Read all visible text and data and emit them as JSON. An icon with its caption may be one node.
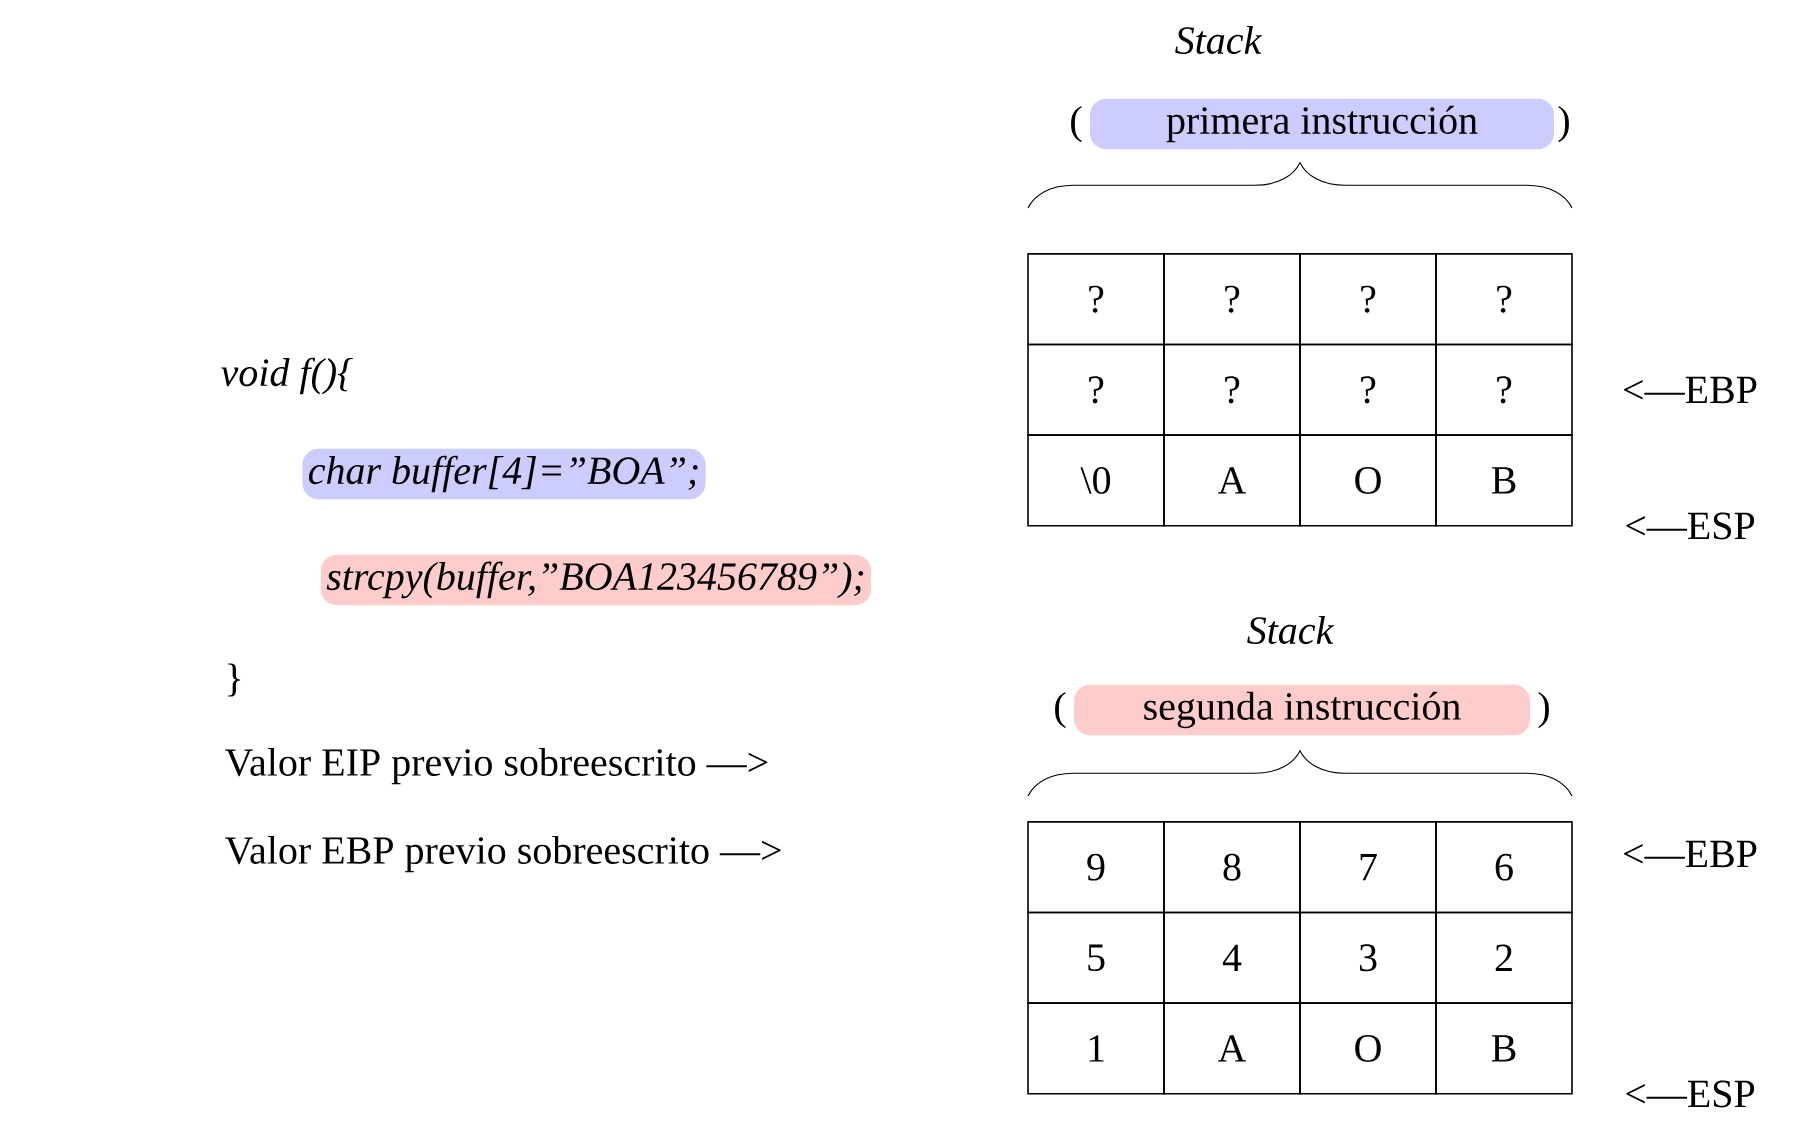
{
  "diagram": {
    "nodes": [
      {
        "text": [
          "char buffer[4]=”BOA”;"
        ]
      },
      {
        "text": [
          "strcpy(buffer,”BOA123456789”);"
        ]
      },
      {
        "text": [
          "primera instrucción"
        ]
      },
      {
        "text": [
          "segunda instrucción"
        ]
      }
    ],
    "labels": [
      "Stack",
      "(",
      ")",
      "void f(){",
      "?",
      "?",
      "?",
      "?",
      "?",
      "?",
      "?",
      "?",
      "<—EBP",
      "\\0",
      "A",
      "O",
      "B",
      "<—ESP",
      "Stack",
      "(",
      ")",
      "}",
      "Valor EIP previo sobreescrito —>",
      "9",
      "8",
      "7",
      "6",
      "Valor EBP previo sobreescrito —>",
      "5",
      "4",
      "3",
      "2",
      "<—EBP",
      "1",
      "A",
      "O",
      "B",
      "<—ESP"
    ]
  }
}
